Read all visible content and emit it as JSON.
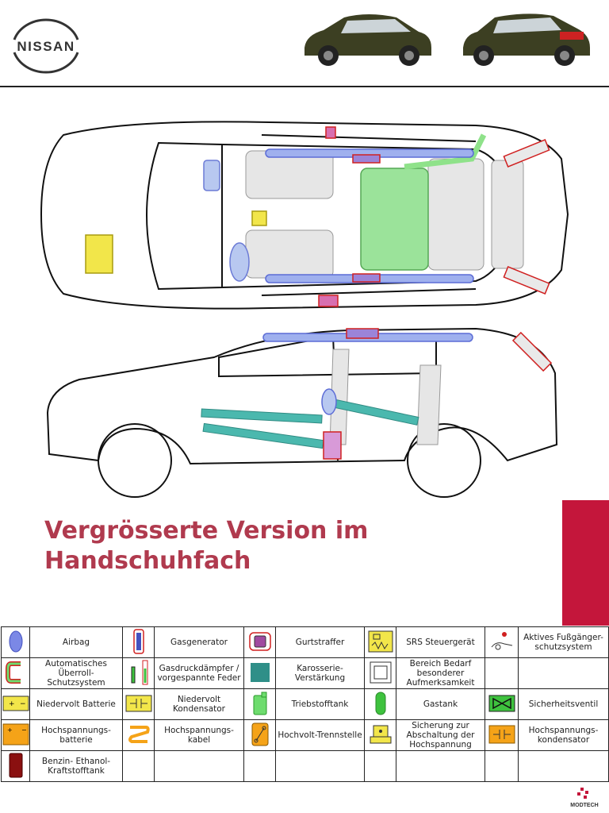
{
  "brand": {
    "logo_text": "NISSAN"
  },
  "headline": {
    "line1": "Vergrösserte Version im",
    "line2": "Handschuhfach"
  },
  "legend": {
    "rows": [
      [
        {
          "icon": "airbag-icon",
          "label": "Airbag"
        },
        {
          "icon": "gas-generator-icon",
          "label": "Gasgenerator"
        },
        {
          "icon": "belt-tensioner-icon",
          "label": "Gurtstraffer"
        },
        {
          "icon": "srs-control-unit-icon",
          "label": "SRS Steuergerät"
        },
        {
          "icon": "pedestrian-protection-icon",
          "label": "Aktives Fußgänger-schutzsystem"
        }
      ],
      [
        {
          "icon": "rollover-protection-icon",
          "label": "Automatisches Überroll-Schutzsystem"
        },
        {
          "icon": "gas-spring-icon",
          "label": "Gasdruckdämpfer / vorgespannte Feder"
        },
        {
          "icon": "body-reinforcement-icon",
          "label": "Karosserie-Verstärkung"
        },
        {
          "icon": "special-attention-area-icon",
          "label": "Bereich Bedarf besonderer Aufmerksamkeit"
        },
        {
          "icon": "",
          "label": ""
        }
      ],
      [
        {
          "icon": "low-voltage-battery-icon",
          "label": "Niedervolt Batterie"
        },
        {
          "icon": "low-voltage-capacitor-icon",
          "label": "Niedervolt Kondensator"
        },
        {
          "icon": "fuel-tank-icon",
          "label": "Triebstofftank"
        },
        {
          "icon": "gas-tank-icon",
          "label": "Gastank"
        },
        {
          "icon": "safety-valve-icon",
          "label": "Sicherheitsventil"
        }
      ],
      [
        {
          "icon": "high-voltage-battery-icon",
          "label": "Hochspannungs-batterie"
        },
        {
          "icon": "high-voltage-cable-icon",
          "label": "Hochspannungs-kabel"
        },
        {
          "icon": "high-voltage-disconnect-icon",
          "label": "Hochvolt-Trennstelle"
        },
        {
          "icon": "high-voltage-fuse-icon",
          "label": "Sicherung zur Abschaltung der Hochspannung"
        },
        {
          "icon": "high-voltage-capacitor-icon",
          "label": "Hochspannungs-kondensator"
        }
      ],
      [
        {
          "icon": "ethanol-fuel-tank-icon",
          "label": "Benzin- Ethanol-Kraftstofftank"
        },
        {
          "icon": "",
          "label": ""
        },
        {
          "icon": "",
          "label": ""
        },
        {
          "icon": "",
          "label": ""
        },
        {
          "icon": "",
          "label": ""
        }
      ]
    ]
  },
  "footer": {
    "logo_text": "MODTECH"
  },
  "colors": {
    "accent_red": "#c4163b",
    "headline": "#b03a4e",
    "airbag_blue": "#7b88e6",
    "fuel_green": "#8fe28a",
    "battery_yellow": "#f2e64a",
    "reinforcement_teal": "#3aa9a0",
    "hv_orange": "#f5a318"
  }
}
